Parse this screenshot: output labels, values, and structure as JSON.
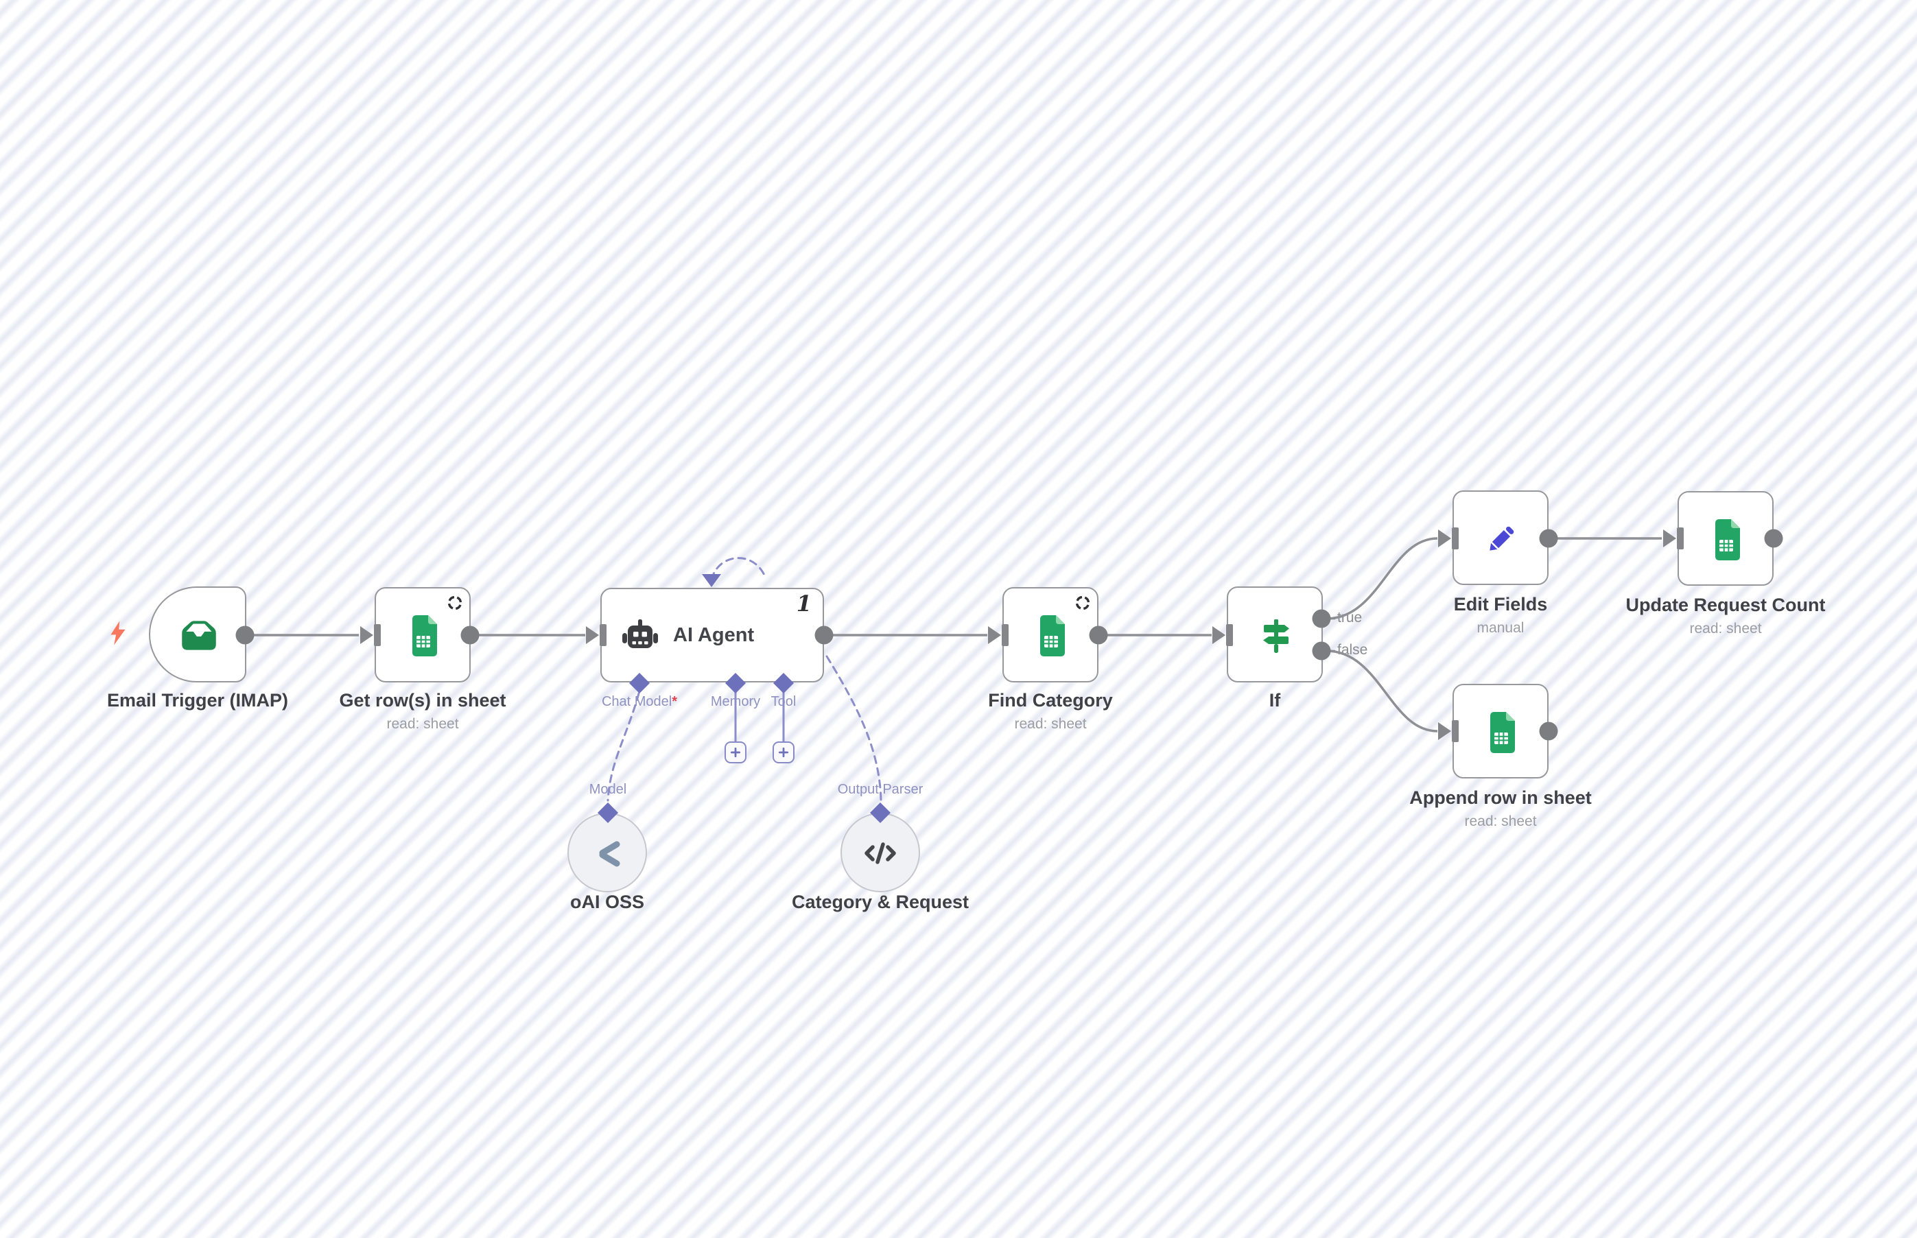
{
  "workflow": {
    "nodes": {
      "email_trigger": {
        "title": "Email Trigger (IMAP)"
      },
      "get_rows": {
        "title": "Get row(s) in sheet",
        "subtitle": "read: sheet"
      },
      "ai_agent": {
        "title": "AI Agent",
        "run_count": "1"
      },
      "find_category": {
        "title": "Find Category",
        "subtitle": "read: sheet"
      },
      "if_node": {
        "title": "If"
      },
      "edit_fields": {
        "title": "Edit Fields",
        "subtitle": "manual"
      },
      "update_request_count": {
        "title": "Update Request Count",
        "subtitle": "read: sheet"
      },
      "append_row": {
        "title": "Append row in sheet",
        "subtitle": "read: sheet"
      },
      "oai_oss": {
        "title": "oAI OSS"
      },
      "category_request": {
        "title": "Category & Request"
      }
    },
    "ports": {
      "chat_model": "Chat Model",
      "required": "*",
      "memory": "Memory",
      "tool": "Tool",
      "model": "Model",
      "output_parser": "Output Parser"
    },
    "branches": {
      "true_label": "true",
      "false_label": "false"
    },
    "colors": {
      "sheets_green": "#23A566",
      "if_green": "#21994E",
      "pencil_indigo": "#4B48D6",
      "robot_charcoal": "#3E3F43",
      "inbox_green": "#1E8A4D",
      "bolt_coral": "#F8775F",
      "wire_gray": "#8F9095",
      "ai_connection_purple": "#8B8EC9",
      "diamond_purple": "#6D70BA",
      "oss_slate": "#7E93A9",
      "code_dark": "#46474B"
    }
  }
}
